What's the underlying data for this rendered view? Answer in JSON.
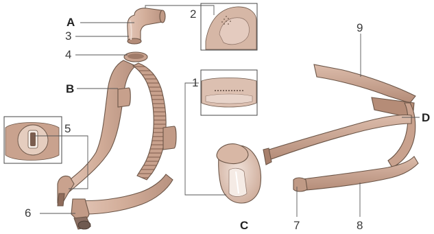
{
  "colors": {
    "component_fill": "#d5b2a0",
    "component_light": "#e6cfc3",
    "component_dark": "#a9826f",
    "outline": "#6a5446",
    "leader_line": "#555555",
    "detail_frame": "#444444"
  },
  "labels": {
    "A": "A",
    "B": "B",
    "C": "C",
    "D": "D",
    "n1": "1",
    "n2": "2",
    "n3": "3",
    "n4": "4",
    "n5": "5",
    "n6": "6",
    "n7": "7",
    "n8": "8",
    "n9": "9"
  }
}
